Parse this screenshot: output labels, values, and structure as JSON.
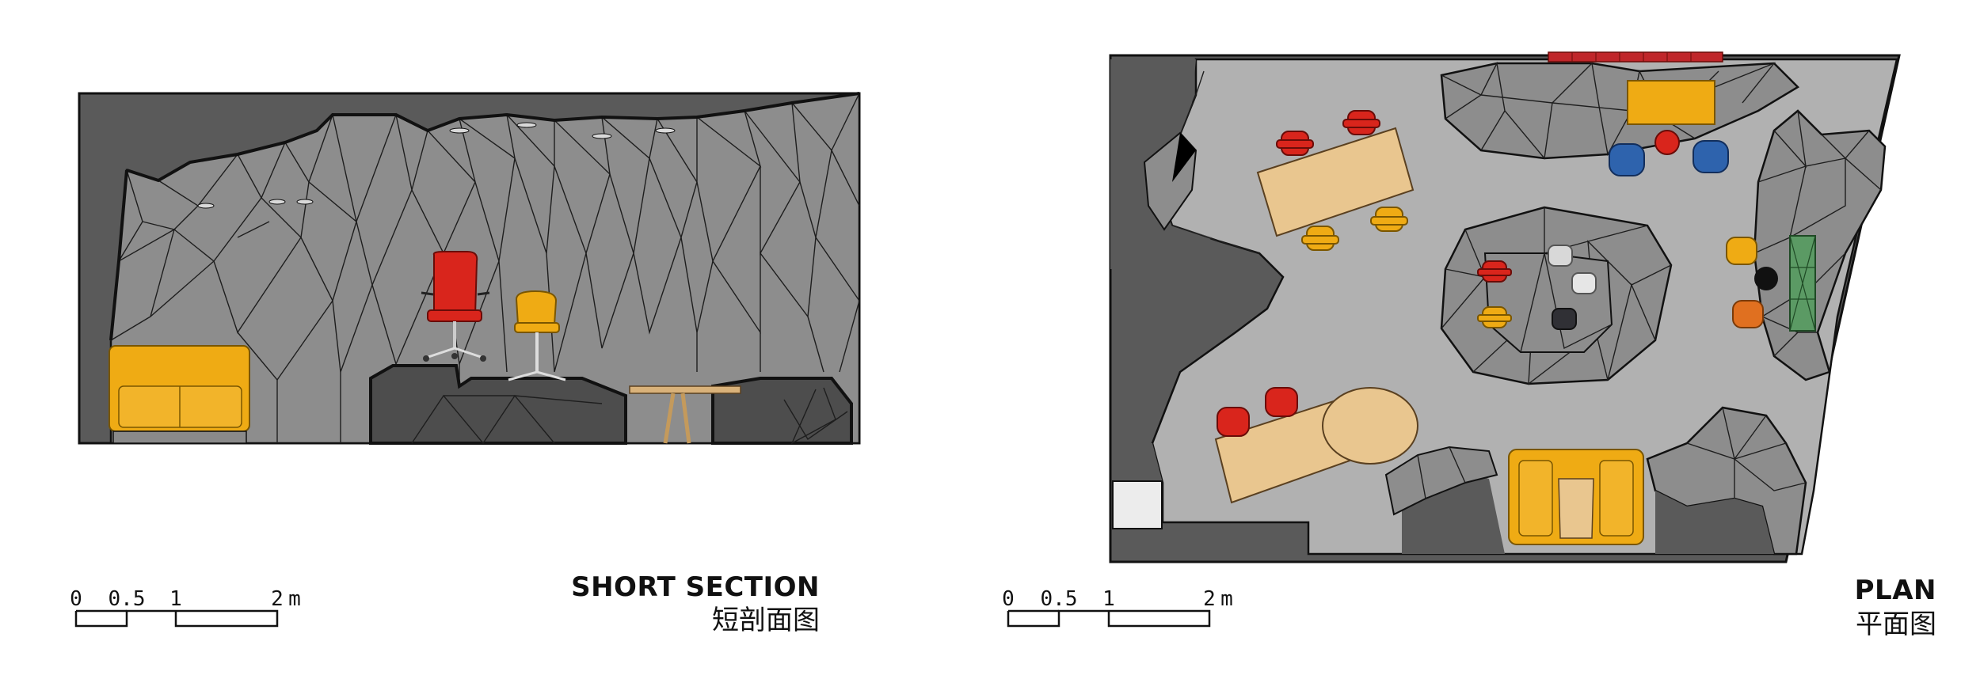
{
  "section": {
    "title": "SHORT SECTION",
    "subtitle": "短剖面图",
    "scale": {
      "labels": [
        "0",
        "0.5",
        "1",
        "2",
        "m"
      ]
    }
  },
  "plan": {
    "title": "PLAN",
    "subtitle": "平面图",
    "scale": {
      "labels": [
        "0",
        "0.5",
        "1",
        "2",
        "m"
      ]
    }
  },
  "colors": {
    "dark_wall": "#5a5a5a",
    "mesh_gray": "#8c8c8c",
    "floor_gray": "#b1b1b1",
    "table_beige": "#e9c68f",
    "sofa_yellow": "#efab14",
    "chair_red": "#d9251c",
    "chair_blue": "#2e63ad",
    "chair_orange": "#e07020",
    "chair_dark": "#303035",
    "chair_white": "#d8d8d8",
    "bookshelf_green": "#5b9a64",
    "chair_black": "#111111"
  }
}
